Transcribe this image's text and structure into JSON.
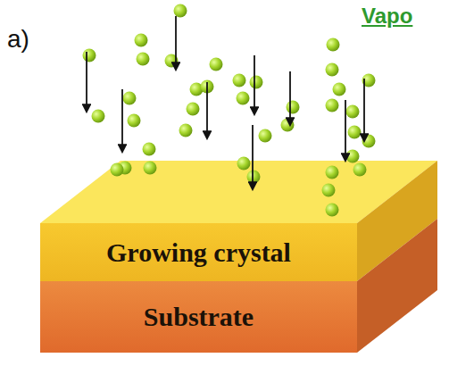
{
  "diagram": {
    "title": "Vapo",
    "nodes": [
      {
        "text": [
          "Growing crystal"
        ]
      },
      {
        "text": [
          "Substrate"
        ]
      }
    ],
    "labels": [
      "a)"
    ]
  }
}
